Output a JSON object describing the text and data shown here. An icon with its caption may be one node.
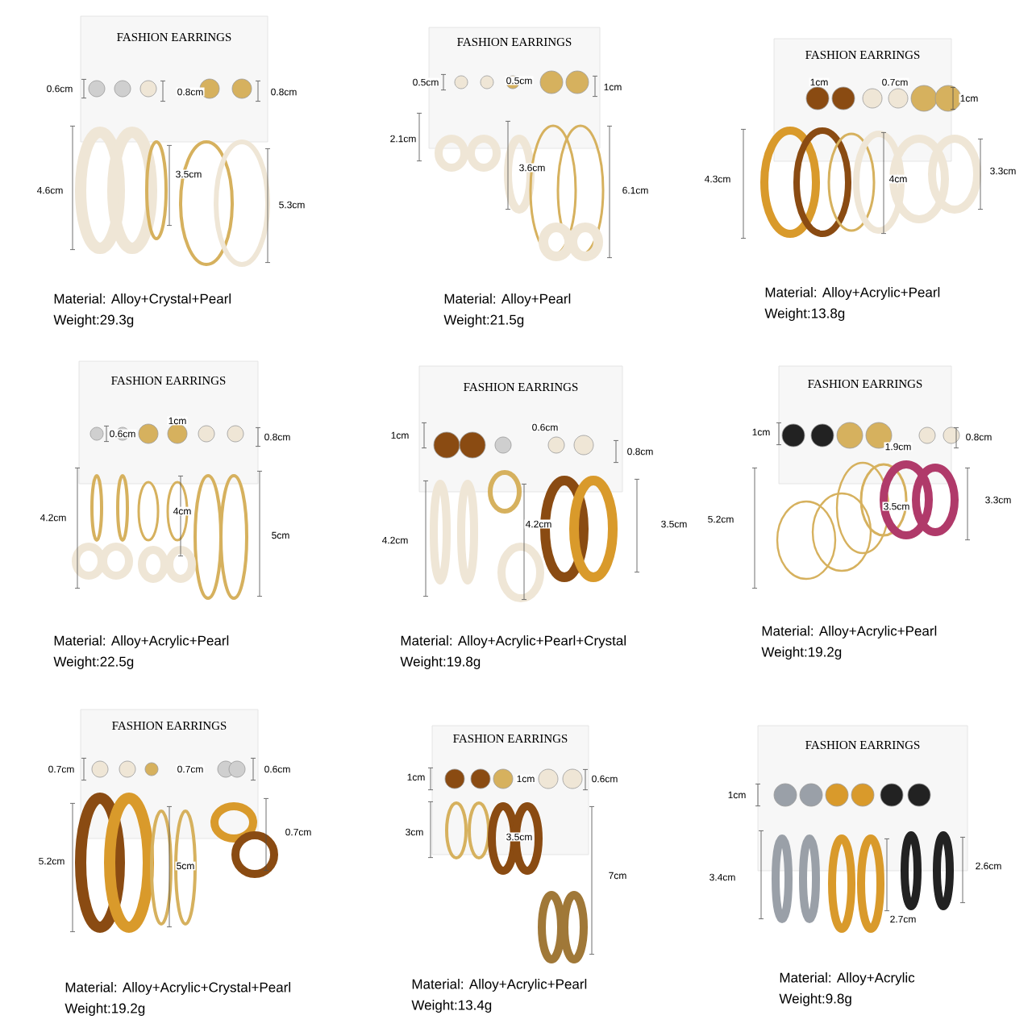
{
  "diagram": {
    "nodes": [
      {
        "text": [
          "FASHION EARRINGS"
        ]
      },
      {
        "text": [
          "FASHION EARRINGS"
        ]
      },
      {
        "text": [
          "FASHION EARRINGS"
        ]
      },
      {
        "text": [
          "FASHION EARRINGS"
        ]
      },
      {
        "text": [
          "FASHION EARRINGS"
        ]
      },
      {
        "text": [
          "FASHION EARRINGS"
        ]
      },
      {
        "text": [
          "FASHION EARRINGS"
        ]
      },
      {
        "text": [
          "FASHION EARRINGS"
        ]
      },
      {
        "text": [
          "FASHION EARRINGS"
        ]
      }
    ],
    "labels": [
      "0.6cm",
      "0.8cm",
      "0.8cm",
      "4.6cm",
      "3.5cm",
      "5.3cm",
      "Material: Alloy+Crystal+Pearl",
      "Weight:29.3g",
      "0.5cm",
      "0.5cm",
      "1cm",
      "2.1cm",
      "3.6cm",
      "6.1cm",
      "Material: Alloy+Pearl",
      "Weight:21.5g",
      "1cm",
      "0.7cm",
      "1cm",
      "4.3cm",
      "4cm",
      "3.3cm",
      "Material: Alloy+Acrylic+Pearl",
      "Weight:13.8g",
      "0.6cm",
      "1cm",
      "0.8cm",
      "4.2cm",
      "4cm",
      "5cm",
      "Material: Alloy+Acrylic+Pearl",
      "Weight:22.5g",
      "1cm",
      "0.6cm",
      "0.8cm",
      "4.2cm",
      "4.2cm",
      "3.5cm",
      "Material: Alloy+Acrylic+Pearl+Crystal",
      "Weight:19.8g",
      "1cm",
      "1.9cm",
      "0.8cm",
      "5.2cm",
      "3.5cm",
      "3.3cm",
      "Material: Alloy+Acrylic+Pearl",
      "Weight:19.2g",
      "0.7cm",
      "0.7cm",
      "0.6cm",
      "5.2cm",
      "5cm",
      "0.7cm",
      "Material: Alloy+Acrylic+Crystal+Pearl",
      "Weight:19.2g",
      "1cm",
      "1cm",
      "0.6cm",
      "3cm",
      "3.5cm",
      "7cm",
      "Material: Alloy+Acrylic+Pearl",
      "Weight:13.4g",
      "1cm",
      "3.4cm",
      "2.7cm",
      "2.6cm",
      "Material: Alloy+Acrylic",
      "Weight:9.8g"
    ]
  }
}
